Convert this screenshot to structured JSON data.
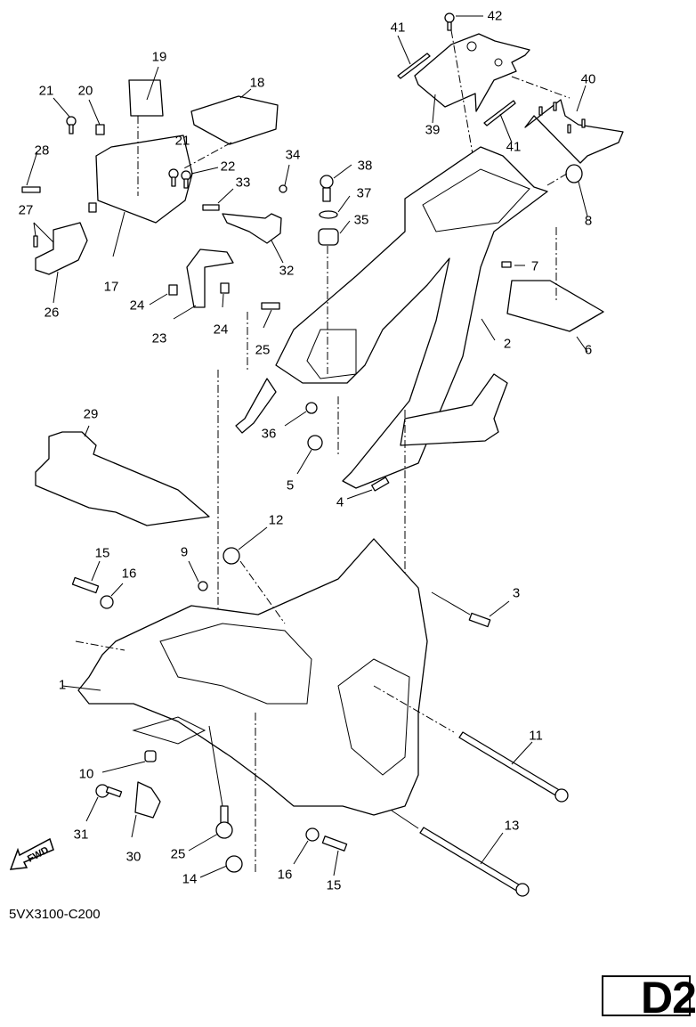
{
  "diagram": {
    "code": "5VX3100-C200",
    "page_badge": "D2",
    "fwd_label": "FWD",
    "callouts": [
      {
        "id": "c1",
        "text": "1"
      },
      {
        "id": "c2",
        "text": "2"
      },
      {
        "id": "c3",
        "text": "3"
      },
      {
        "id": "c4",
        "text": "4"
      },
      {
        "id": "c5",
        "text": "5"
      },
      {
        "id": "c6",
        "text": "6"
      },
      {
        "id": "c7",
        "text": "7"
      },
      {
        "id": "c8",
        "text": "8"
      },
      {
        "id": "c9",
        "text": "9"
      },
      {
        "id": "c10",
        "text": "10"
      },
      {
        "id": "c11",
        "text": "11"
      },
      {
        "id": "c12",
        "text": "12"
      },
      {
        "id": "c13",
        "text": "13"
      },
      {
        "id": "c14",
        "text": "14"
      },
      {
        "id": "c15a",
        "text": "15"
      },
      {
        "id": "c15b",
        "text": "15"
      },
      {
        "id": "c16a",
        "text": "16"
      },
      {
        "id": "c16b",
        "text": "16"
      },
      {
        "id": "c17",
        "text": "17"
      },
      {
        "id": "c18",
        "text": "18"
      },
      {
        "id": "c19",
        "text": "19"
      },
      {
        "id": "c20",
        "text": "20"
      },
      {
        "id": "c21a",
        "text": "21"
      },
      {
        "id": "c21b",
        "text": "21"
      },
      {
        "id": "c22",
        "text": "22"
      },
      {
        "id": "c23",
        "text": "23"
      },
      {
        "id": "c24a",
        "text": "24"
      },
      {
        "id": "c24b",
        "text": "24"
      },
      {
        "id": "c25a",
        "text": "25"
      },
      {
        "id": "c25b",
        "text": "25"
      },
      {
        "id": "c26",
        "text": "26"
      },
      {
        "id": "c27",
        "text": "27"
      },
      {
        "id": "c28",
        "text": "28"
      },
      {
        "id": "c29",
        "text": "29"
      },
      {
        "id": "c30",
        "text": "30"
      },
      {
        "id": "c31",
        "text": "31"
      },
      {
        "id": "c32",
        "text": "32"
      },
      {
        "id": "c33",
        "text": "33"
      },
      {
        "id": "c34",
        "text": "34"
      },
      {
        "id": "c35",
        "text": "35"
      },
      {
        "id": "c36",
        "text": "36"
      },
      {
        "id": "c37",
        "text": "37"
      },
      {
        "id": "c38",
        "text": "38"
      },
      {
        "id": "c39",
        "text": "39"
      },
      {
        "id": "c40",
        "text": "40"
      },
      {
        "id": "c41a",
        "text": "41"
      },
      {
        "id": "c41b",
        "text": "41"
      },
      {
        "id": "c42",
        "text": "42"
      }
    ]
  }
}
